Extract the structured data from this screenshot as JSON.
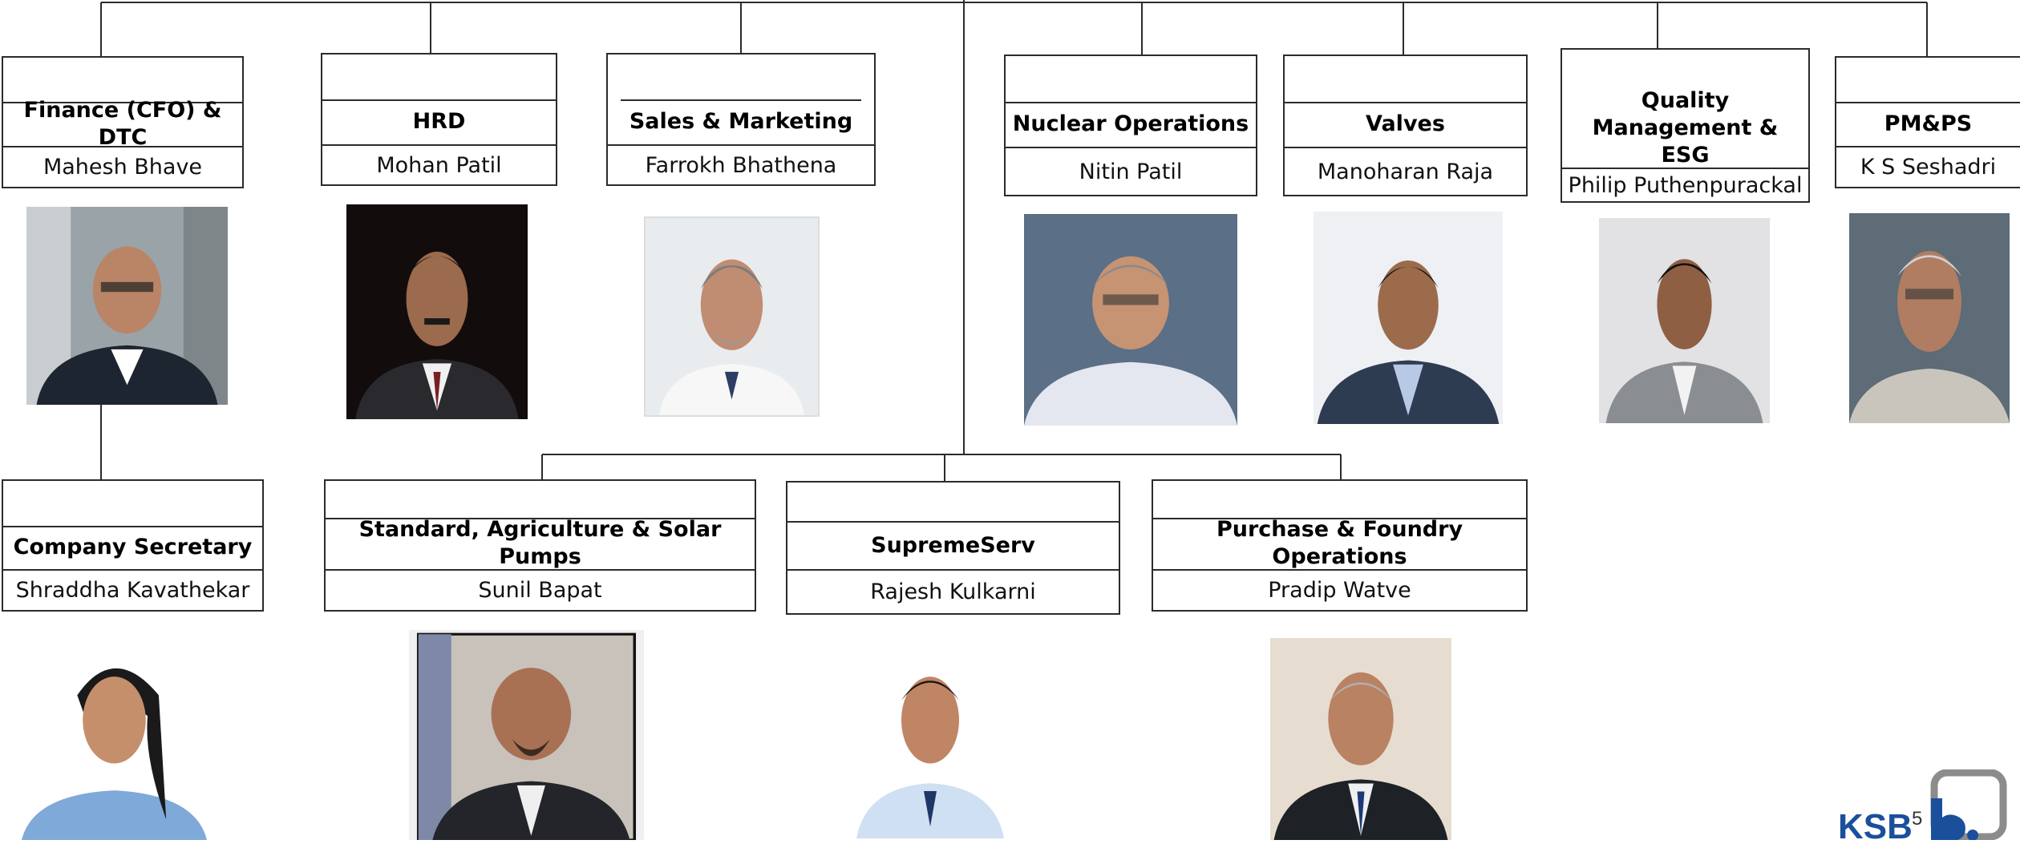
{
  "org_chart": {
    "top_row": [
      {
        "title": "Finance (CFO) & DTC",
        "name": "Mahesh Bhave"
      },
      {
        "title": "HRD",
        "name": "Mohan Patil"
      },
      {
        "title": "Sales & Marketing",
        "name": "Farrokh Bhathena"
      },
      {
        "title": "Nuclear Operations",
        "name": "Nitin Patil"
      },
      {
        "title": "Valves",
        "name": "Manoharan Raja"
      },
      {
        "title": "Quality Management & ESG",
        "name": "Philip Puthenpurackal"
      },
      {
        "title": "PM&PS",
        "name": "K S Seshadri"
      }
    ],
    "bottom_row": [
      {
        "title": "Company Secretary",
        "name": "Shraddha Kavathekar"
      },
      {
        "title": "Standard, Agriculture & Solar Pumps",
        "name": "Sunil Bapat"
      },
      {
        "title": "SupremeServ",
        "name": "Rajesh Kulkarni"
      },
      {
        "title": "Purchase & Foundry Operations",
        "name": "Pradip Watve"
      }
    ]
  },
  "footer": {
    "logo_text": "KSB",
    "page_number": "5"
  },
  "colors": {
    "line": "#2b2b2b",
    "logo_blue": "#1a4f9c",
    "logo_grey": "#8c8c8c"
  }
}
